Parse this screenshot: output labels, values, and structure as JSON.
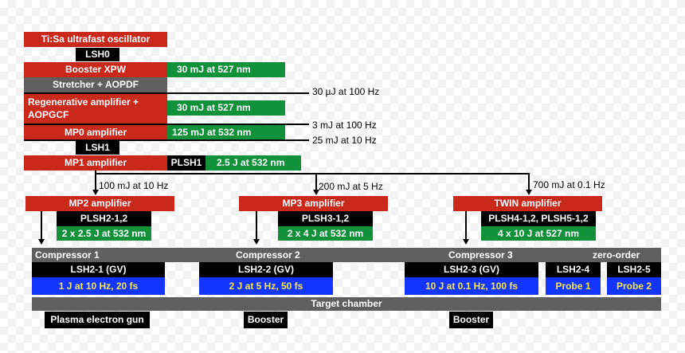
{
  "colors": {
    "red": "#c9281b",
    "black": "#000000",
    "green": "#10913a",
    "gray": "#5f5f5f",
    "blue": "#1434ff",
    "yellow_text": "#f5e94a"
  },
  "chain": {
    "oscillator": "Ti:Sa ultrafast oscillator",
    "lsh0": "LSH0",
    "booster_xpw": "Booster XPW",
    "booster_xpw_out": "30 mJ at 527 nm",
    "stretcher": "Stretcher + AOPDF",
    "regen": "Regenerative amplifier + AOPGCF",
    "regen_out": "30 mJ at 527 nm",
    "mp0": "MP0 amplifier",
    "mp0_out": "125 mJ at 532 nm",
    "lsh1": "LSH1",
    "mp1": "MP1 amplifier",
    "plsh1": "PLSH1",
    "mp1_out": "2.5 J at 532 nm"
  },
  "taps": {
    "t1": "30 µJ at 100 Hz",
    "t2": "3 mJ at 100 Hz",
    "t3": "25 mJ at 10 Hz"
  },
  "branches": {
    "b1": "100 mJ at 10 Hz",
    "b2": "200 mJ at 5 Hz",
    "b3": "700 mJ at 0.1 Hz"
  },
  "amplifiers": {
    "mp2": "MP2 amplifier",
    "plsh2": "PLSH2-1,2",
    "mp2_out": "2 x 2.5 J at 532 nm",
    "mp3": "MP3 amplifier",
    "plsh3": "PLSH3-1,2",
    "mp3_out": "2 x 4 J at 532 nm",
    "twin": "TWIN amplifier",
    "plsh45": "PLSH4-1,2,  PLSH5-1,2",
    "twin_out": "4 x 10 J at 527 nm"
  },
  "compressors": {
    "c1": "Compressor 1",
    "c2": "Compressor 2",
    "c3": "Compressor 3",
    "zero_order": "zero-order",
    "lsh21": "LSH2-1 (GV)",
    "lsh22": "LSH2-2 (GV)",
    "lsh23": "LSH2-3 (GV)",
    "lsh24": "LSH2-4",
    "lsh25": "LSH2-5",
    "out1": "1 J at 10 Hz, 20 fs",
    "out2": "2 J at 5 Hz, 50 fs",
    "out3": "10 J at 0.1 Hz, 100 fs",
    "probe1": "Probe 1",
    "probe2": "Probe 2"
  },
  "target": {
    "chamber": "Target chamber",
    "gun": "Plasma electron gun",
    "booster1": "Booster",
    "booster2": "Booster"
  }
}
